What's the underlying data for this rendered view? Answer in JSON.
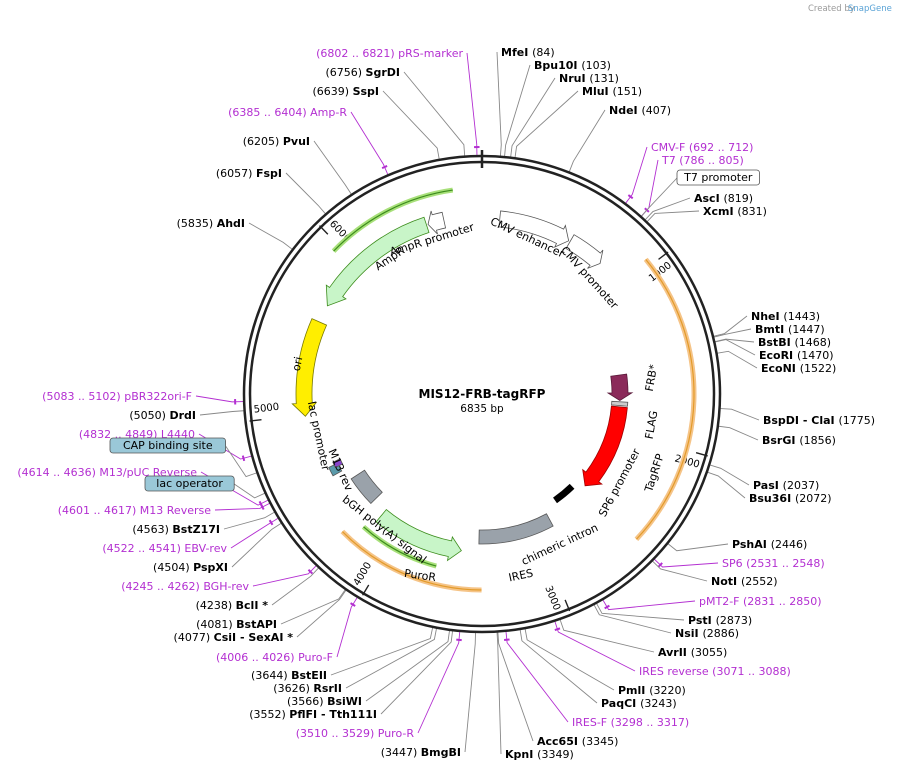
{
  "title": "MIS12-FRB-tagRFP",
  "length_label": "6835 bp",
  "total_bp": 6835,
  "credit": {
    "prefix": "Created by",
    "brand": "SnapGene"
  },
  "ring_ticks": [
    {
      "label": "1000",
      "bp": 1000
    },
    {
      "label": "2000",
      "bp": 2000
    },
    {
      "label": "3000",
      "bp": 3000
    },
    {
      "label": "4000",
      "bp": 4000
    },
    {
      "label": "5000",
      "bp": 5000
    },
    {
      "label": "6000",
      "bp": 6000
    }
  ],
  "colors": {
    "primer": "#b32fd1",
    "promoter": "#ffffff",
    "ampR": "#c8f5c8",
    "ori": "#ffee00",
    "frb": "#8b2a5a",
    "tagrfp": "#ff0000",
    "ires": "#9aa2aa",
    "polyA": "#9aa2aa",
    "puror": "#c8f5c8",
    "primer_bind_box": "#9ac8d8"
  },
  "site_labels": [
    {
      "id": "pRS-marker",
      "pos": "(6802 .. 6821)",
      "name": "pRS-marker",
      "side": "left",
      "kind": "primer"
    },
    {
      "id": "SgrDI",
      "pos": "(6756)",
      "name": "SgrDI",
      "side": "left",
      "kind": "enzyme"
    },
    {
      "id": "SspI",
      "pos": "(6639)",
      "name": "SspI",
      "side": "left",
      "kind": "enzyme"
    },
    {
      "id": "Amp-R",
      "pos": "(6385 .. 6404)",
      "name": "Amp-R",
      "side": "left",
      "kind": "primer"
    },
    {
      "id": "PvuI",
      "pos": "(6205)",
      "name": "PvuI",
      "side": "left",
      "kind": "enzyme"
    },
    {
      "id": "FspI",
      "pos": "(6057)",
      "name": "FspI",
      "side": "left",
      "kind": "enzyme"
    },
    {
      "id": "AhdI",
      "pos": "(5835)",
      "name": "AhdI",
      "side": "left",
      "kind": "enzyme"
    },
    {
      "id": "pBR322ori-F",
      "pos": "(5083 .. 5102)",
      "name": "pBR322ori-F",
      "side": "left",
      "kind": "primer"
    },
    {
      "id": "DrdI",
      "pos": "(5050)",
      "name": "DrdI",
      "side": "left",
      "kind": "enzyme"
    },
    {
      "id": "L4440",
      "pos": "(4832 .. 4849)",
      "name": "L4440",
      "side": "left",
      "kind": "primer"
    },
    {
      "id": "CAP-binding-site",
      "pos": "",
      "name": "CAP binding site",
      "side": "left",
      "kind": "box"
    },
    {
      "id": "M13-pUC-Reverse",
      "pos": "(4614 .. 4636)",
      "name": "M13/pUC Reverse",
      "side": "left",
      "kind": "primer"
    },
    {
      "id": "lac-operator",
      "pos": "",
      "name": "lac operator",
      "side": "left",
      "kind": "box"
    },
    {
      "id": "M13-Reverse",
      "pos": "(4601 .. 4617)",
      "name": "M13 Reverse",
      "side": "left",
      "kind": "primer"
    },
    {
      "id": "BstZ17I",
      "pos": "(4563)",
      "name": "BstZ17I",
      "side": "left",
      "kind": "enzyme"
    },
    {
      "id": "EBV-rev",
      "pos": "(4522 .. 4541)",
      "name": "EBV-rev",
      "side": "left",
      "kind": "primer"
    },
    {
      "id": "PspXI",
      "pos": "(4504)",
      "name": "PspXI",
      "side": "left",
      "kind": "enzyme"
    },
    {
      "id": "BGH-rev",
      "pos": "(4245 .. 4262)",
      "name": "BGH-rev",
      "side": "left",
      "kind": "primer"
    },
    {
      "id": "BclI",
      "pos": "(4238)",
      "name": "BclI *",
      "side": "left",
      "kind": "enzyme"
    },
    {
      "id": "BstAPI",
      "pos": "(4081)",
      "name": "BstAPI",
      "side": "left",
      "kind": "enzyme"
    },
    {
      "id": "CsiI",
      "pos": "(4077)",
      "name": "CsiI   - SexAI *",
      "side": "left",
      "kind": "enzyme"
    },
    {
      "id": "Puro-F",
      "pos": "(4006 .. 4026)",
      "name": "Puro-F",
      "side": "left",
      "kind": "primer"
    },
    {
      "id": "BstEII",
      "pos": "(3644)",
      "name": "BstEII",
      "side": "left",
      "kind": "enzyme"
    },
    {
      "id": "RsrII",
      "pos": "(3626)",
      "name": "RsrII",
      "side": "left",
      "kind": "enzyme"
    },
    {
      "id": "BsiWI",
      "pos": "(3566)",
      "name": "BsiWI",
      "side": "left",
      "kind": "enzyme"
    },
    {
      "id": "PflFI",
      "pos": "(3552)",
      "name": "PflFI   - Tth111I",
      "side": "left",
      "kind": "enzyme"
    },
    {
      "id": "Puro-R",
      "pos": "(3510 .. 3529)",
      "name": "Puro-R",
      "side": "left",
      "kind": "primer"
    },
    {
      "id": "BmgBI",
      "pos": "(3447)",
      "name": "BmgBI",
      "side": "left",
      "kind": "enzyme"
    },
    {
      "id": "MfeI",
      "pos": "(84)",
      "name": "MfeI",
      "side": "right",
      "kind": "enzyme"
    },
    {
      "id": "Bpu10I",
      "pos": "(103)",
      "name": "Bpu10I",
      "side": "right",
      "kind": "enzyme"
    },
    {
      "id": "NruI",
      "pos": "(131)",
      "name": "NruI",
      "side": "right",
      "kind": "enzyme"
    },
    {
      "id": "MluI",
      "pos": "(151)",
      "name": "MluI",
      "side": "right",
      "kind": "enzyme"
    },
    {
      "id": "NdeI",
      "pos": "(407)",
      "name": "NdeI",
      "side": "right",
      "kind": "enzyme"
    },
    {
      "id": "CMV-F",
      "pos": "(692 .. 712)",
      "name": "CMV-F",
      "side": "right",
      "kind": "primer"
    },
    {
      "id": "T7",
      "pos": "(786 .. 805)",
      "name": "T7",
      "side": "right",
      "kind": "primer"
    },
    {
      "id": "T7-promoter",
      "pos": "",
      "name": "T7 promoter",
      "side": "right",
      "kind": "box-white"
    },
    {
      "id": "AscI",
      "pos": "(819)",
      "name": "AscI",
      "side": "right",
      "kind": "enzyme"
    },
    {
      "id": "XcmI",
      "pos": "(831)",
      "name": "XcmI",
      "side": "right",
      "kind": "enzyme"
    },
    {
      "id": "NheI",
      "pos": "(1443)",
      "name": "NheI",
      "side": "right",
      "kind": "enzyme"
    },
    {
      "id": "BmtI",
      "pos": "(1447)",
      "name": "BmtI",
      "side": "right",
      "kind": "enzyme"
    },
    {
      "id": "BstBI",
      "pos": "(1468)",
      "name": "BstBI",
      "side": "right",
      "kind": "enzyme"
    },
    {
      "id": "EcoRI",
      "pos": "(1470)",
      "name": "EcoRI",
      "side": "right",
      "kind": "enzyme"
    },
    {
      "id": "EcoNI",
      "pos": "(1522)",
      "name": "EcoNI",
      "side": "right",
      "kind": "enzyme"
    },
    {
      "id": "BspDI",
      "pos": "(1775)",
      "name": "BspDI   - ClaI",
      "side": "right",
      "kind": "enzyme"
    },
    {
      "id": "BsrGI",
      "pos": "(1856)",
      "name": "BsrGI",
      "side": "right",
      "kind": "enzyme"
    },
    {
      "id": "PasI",
      "pos": "(2037)",
      "name": "PasI",
      "side": "right",
      "kind": "enzyme"
    },
    {
      "id": "Bsu36I",
      "pos": "(2072)",
      "name": "Bsu36I",
      "side": "right",
      "kind": "enzyme"
    },
    {
      "id": "PshAI",
      "pos": "(2446)",
      "name": "PshAI",
      "side": "right",
      "kind": "enzyme"
    },
    {
      "id": "SP6",
      "pos": "(2531 .. 2548)",
      "name": "SP6",
      "side": "right",
      "kind": "primer"
    },
    {
      "id": "NotI",
      "pos": "(2552)",
      "name": "NotI",
      "side": "right",
      "kind": "enzyme"
    },
    {
      "id": "pMT2-F",
      "pos": "(2831 .. 2850)",
      "name": "pMT2-F",
      "side": "right",
      "kind": "primer"
    },
    {
      "id": "PstI",
      "pos": "(2873)",
      "name": "PstI",
      "side": "right",
      "kind": "enzyme"
    },
    {
      "id": "NsiI",
      "pos": "(2886)",
      "name": "NsiI",
      "side": "right",
      "kind": "enzyme"
    },
    {
      "id": "AvrII",
      "pos": "(3055)",
      "name": "AvrII",
      "side": "right",
      "kind": "enzyme"
    },
    {
      "id": "IRES-reverse",
      "pos": "(3071 .. 3088)",
      "name": "IRES reverse",
      "side": "right",
      "kind": "primer"
    },
    {
      "id": "PmlI",
      "pos": "(3220)",
      "name": "PmlI",
      "side": "right",
      "kind": "enzyme"
    },
    {
      "id": "PaqCI",
      "pos": "(3243)",
      "name": "PaqCI",
      "side": "right",
      "kind": "enzyme"
    },
    {
      "id": "IRES-F",
      "pos": "(3298 .. 3317)",
      "name": "IRES-F",
      "side": "right",
      "kind": "primer"
    },
    {
      "id": "Acc65I",
      "pos": "(3345)",
      "name": "Acc65I",
      "side": "right",
      "kind": "enzyme"
    },
    {
      "id": "KpnI",
      "pos": "(3349)",
      "name": "KpnI",
      "side": "right",
      "kind": "enzyme"
    }
  ],
  "features": [
    {
      "id": "CMV-enhancer",
      "name": "CMV enhancer"
    },
    {
      "id": "CMV-promoter",
      "name": "CMV promoter"
    },
    {
      "id": "FRB",
      "name": "FRB*"
    },
    {
      "id": "FLAG",
      "name": "FLAG"
    },
    {
      "id": "TagRFP",
      "name": "TagRFP"
    },
    {
      "id": "SP6-promoter",
      "name": "SP6 promoter"
    },
    {
      "id": "chimeric-intron",
      "name": "chimeric intron"
    },
    {
      "id": "IRES",
      "name": "IRES"
    },
    {
      "id": "PuroR",
      "name": "PuroR"
    },
    {
      "id": "bGH-polyA",
      "name": "bGH poly(A) signal"
    },
    {
      "id": "M13-rev",
      "name": "M13 rev"
    },
    {
      "id": "lac-promoter",
      "name": "lac promoter"
    },
    {
      "id": "ori",
      "name": "ori"
    },
    {
      "id": "AmpR",
      "name": "AmpR"
    },
    {
      "id": "AmpR-promoter",
      "name": "AmpR promoter"
    }
  ]
}
